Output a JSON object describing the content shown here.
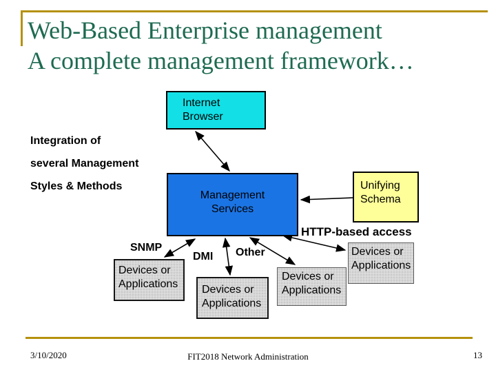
{
  "slide": {
    "title_lines": [
      "Web-Based Enterprise management",
      "A complete management framework…"
    ],
    "note_lines": [
      "Integration of",
      "several Management",
      "Styles & Methods"
    ],
    "footer": {
      "date": "3/10/2020",
      "course": "FIT2018 Network Administration",
      "page_number": "13"
    }
  },
  "diagram": {
    "internet_browser": {
      "line1": "Internet",
      "line2": "Browser"
    },
    "management_services": {
      "line1": "Management",
      "line2": "Services"
    },
    "unifying_schema": {
      "line1": "Unifying",
      "line2": "Schema"
    },
    "devices_box": {
      "line1": "Devices or",
      "line2": "Applications"
    },
    "labels": {
      "snmp": "SNMP",
      "dmi": "DMI",
      "other": "Other",
      "http": "HTTP-based access"
    }
  },
  "colors": {
    "accent_gold": "#B5910B",
    "title_green": "#1E6A52",
    "browser_cyan": "#12E0E6",
    "services_blue": "#1B74E4",
    "schema_yellow": "#FFFF99",
    "devices_gray": "#D6D6D6",
    "arrow_black": "#000000"
  }
}
